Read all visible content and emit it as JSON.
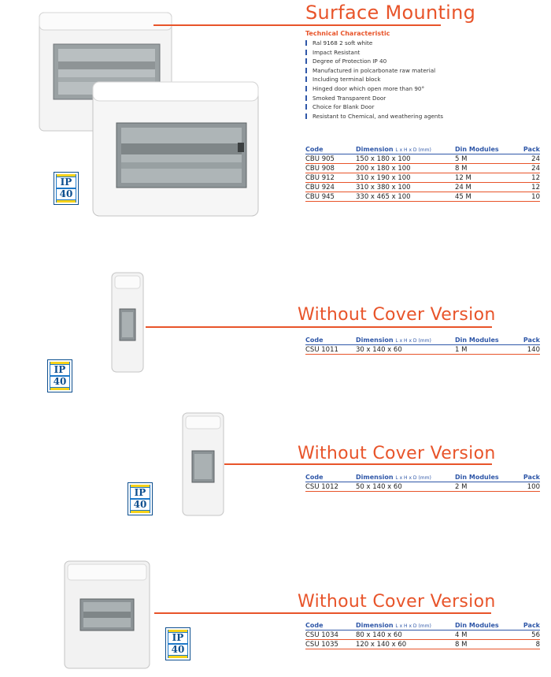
{
  "sections": [
    {
      "title": "Surface Mounting",
      "technical": {
        "heading": "Technical Characteristic",
        "items": [
          "Ral 9168 2 soft white",
          "Impact Resistant",
          "Degree of Protection IP 40",
          "Manufactured in polcarbonate raw material",
          "Including terminal block",
          "Hinged door which open more than 90°",
          "Smoked Transparent Door",
          "Choice for Blank Door",
          "Resistant to Chemical, and weathering agents"
        ]
      },
      "headers": {
        "code": "Code",
        "dimension": "Dimension",
        "dim_unit": "L x H x D (mm)",
        "din": "Din Modules",
        "pack": "Pack"
      },
      "rows": [
        {
          "code": "CBU 905",
          "dimension": "150 x 180 x 100",
          "din": "5 M",
          "pack": "24"
        },
        {
          "code": "CBU 908",
          "dimension": "200 x 180 x 100",
          "din": "8 M",
          "pack": "24"
        },
        {
          "code": "CBU 912",
          "dimension": "310 x 190 x 100",
          "din": "12 M",
          "pack": "12"
        },
        {
          "code": "CBU 924",
          "dimension": "310 x 380 x 100",
          "din": "24 M",
          "pack": "12"
        },
        {
          "code": "CBU 945",
          "dimension": "330 x 465 x 100",
          "din": "45 M",
          "pack": "10"
        }
      ]
    },
    {
      "title": "Without Cover Version",
      "headers": {
        "code": "Code",
        "dimension": "Dimension",
        "dim_unit": "L x H x D (mm)",
        "din": "Din Modules",
        "pack": "Pack"
      },
      "rows": [
        {
          "code": "CSU 1011",
          "dimension": "30 x 140 x 60",
          "din": "1 M",
          "pack": "140"
        }
      ]
    },
    {
      "title": "Without Cover Version",
      "headers": {
        "code": "Code",
        "dimension": "Dimension",
        "dim_unit": "L x H x D (mm)",
        "din": "Din Modules",
        "pack": "Pack"
      },
      "rows": [
        {
          "code": "CSU 1012",
          "dimension": "50 x 140 x 60",
          "din": "2 M",
          "pack": "100"
        }
      ]
    },
    {
      "title": "Without Cover Version",
      "headers": {
        "code": "Code",
        "dimension": "Dimension",
        "dim_unit": "L x H x D (mm)",
        "din": "Din Modules",
        "pack": "Pack"
      },
      "rows": [
        {
          "code": "CSU 1034",
          "dimension": "80 x 140 x 60",
          "din": "4 M",
          "pack": "56"
        },
        {
          "code": "CSU 1035",
          "dimension": "120 x 140 x 60",
          "din": "8 M",
          "pack": "8"
        }
      ]
    }
  ],
  "badge": {
    "line1": "IP",
    "line2": "40"
  }
}
